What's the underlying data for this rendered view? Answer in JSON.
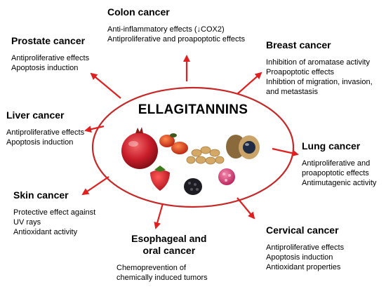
{
  "center": {
    "title": "ELLAGITANNINS"
  },
  "cancers": {
    "colon": {
      "title": "Colon cancer",
      "effects": [
        "Anti-inflammatory effects  (↓COX2)",
        "Antiproliferative and proapoptotic effects"
      ]
    },
    "prostate": {
      "title": "Prostate cancer",
      "effects": [
        "Antiproliferative effects",
        "Apoptosis induction"
      ]
    },
    "breast": {
      "title": "Breast cancer",
      "effects": [
        "Inhibition of aromatase activity",
        "Proapoptotic effects",
        "Inhibtion of migration, invasion,",
        "and metastasis"
      ]
    },
    "liver": {
      "title": "Liver cancer",
      "effects": [
        "Antiproliferative effects",
        "Apoptosis induction"
      ]
    },
    "lung": {
      "title": "Lung cancer",
      "effects": [
        "Antiproliferative and",
        "proapoptotic effects",
        "Antimutagenic activity"
      ]
    },
    "skin": {
      "title": "Skin cancer",
      "effects": [
        "Protective effect against",
        "UV rays",
        "Antioxidant activity"
      ]
    },
    "esophageal": {
      "title_lines": [
        "Esophageal and",
        "oral cancer"
      ],
      "effects": [
        "Chemoprevention of",
        "chemically induced tumors"
      ]
    },
    "cervical": {
      "title": "Cervical cancer",
      "effects": [
        "Antiproliferative effects",
        "Apoptosis induction",
        "Antioxidant properties"
      ]
    }
  },
  "foods": [
    "pomegranate",
    "rose-hip",
    "walnuts",
    "longan",
    "strawberry",
    "blackberry",
    "raspberry"
  ],
  "colors": {
    "arrow": "#e02020",
    "ellipse": "#c62828"
  }
}
